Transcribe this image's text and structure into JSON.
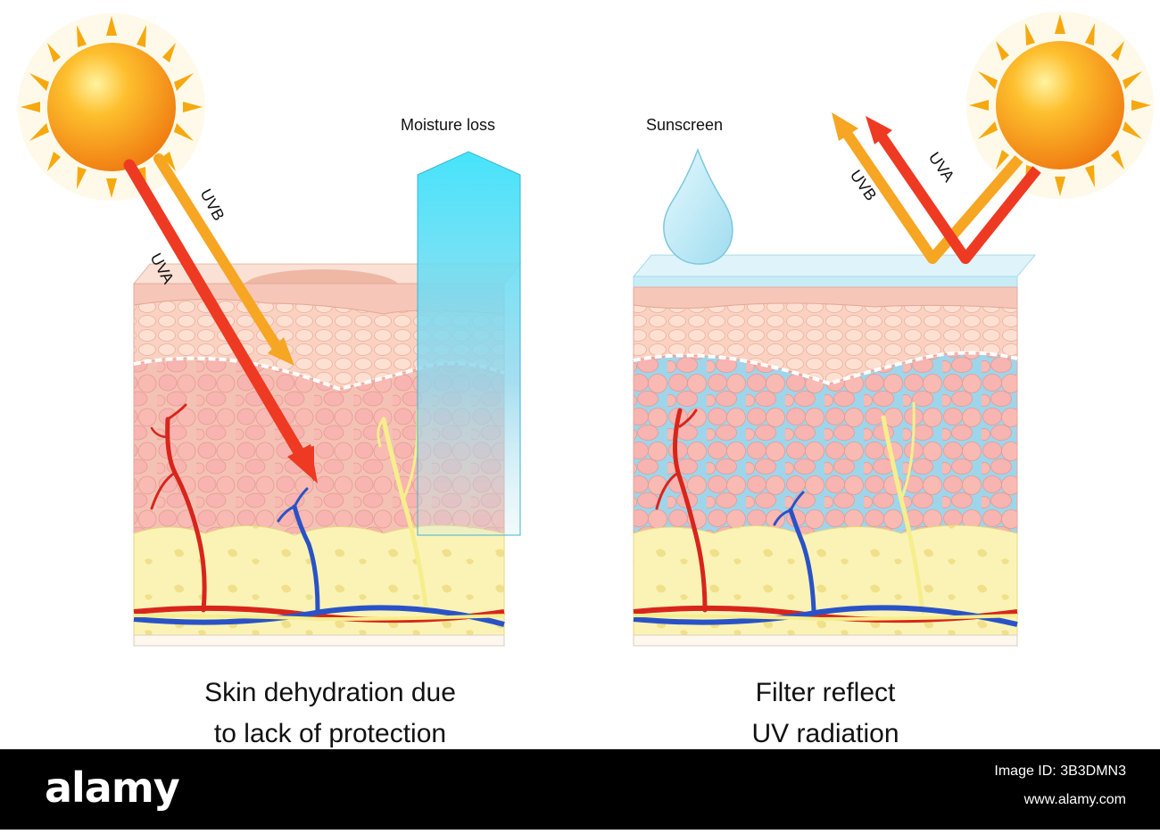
{
  "labels": {
    "moisture_loss": "Moisture loss",
    "sunscreen": "Sunscreen",
    "uva": "UVA",
    "uvb": "UVB",
    "left_caption_line1": "Skin dehydration due",
    "left_caption_line2": "to lack of protection",
    "right_caption_line1": "Filter reflect",
    "right_caption_line2": "UV radiation"
  },
  "watermark": {
    "logo": "alamy",
    "image_id": "Image ID: 3B3DMN3",
    "url": "www.alamy.com"
  },
  "colors": {
    "sun": "#f7a21b",
    "uva": "#ee3a23",
    "uvb": "#f6a623",
    "skin": "#f6c3b8",
    "fat": "#fbf2b3",
    "artery": "#d8251c",
    "vein": "#2a52c7",
    "nerve": "#f6ee8c",
    "moisture": "#6fd8ee"
  },
  "icons": [
    "sun-icon",
    "droplet-icon"
  ]
}
